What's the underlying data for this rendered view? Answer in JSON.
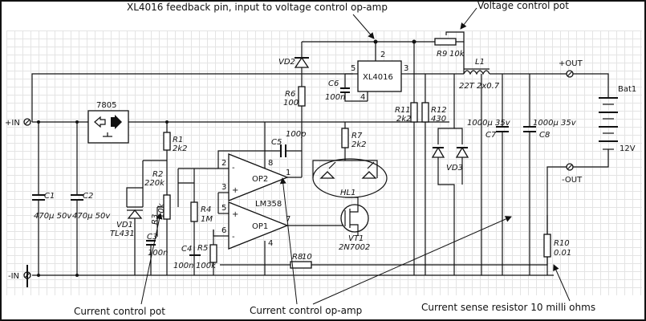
{
  "annotations": {
    "feedback": "XL4016 feedback pin, input to voltage control op-amp",
    "voltage_pot": "Voltage control pot",
    "current_pot": "Current control pot",
    "current_opamp": "Current control op-amp",
    "sense_resistor": "Current sense resistor 10 milli ohms"
  },
  "terminals": {
    "in_pos": "+IN",
    "in_neg": "-IN",
    "out_pos": "+OUT",
    "out_neg": "-OUT"
  },
  "chips": {
    "reg": "7805",
    "converter": "XL4016",
    "op2": "OP2",
    "op1": "OP1",
    "lm358": "LM358"
  },
  "pins": {
    "xl_2": "2",
    "xl_3": "3",
    "xl_4": "4",
    "xl_5": "5",
    "op_1": "1",
    "op_2": "2",
    "op_3": "3",
    "op_4": "4",
    "op_5": "5",
    "op_6": "6",
    "op_7": "7",
    "op_8": "8",
    "minus_a": "-",
    "plus_a": "+",
    "minus_b": "-",
    "plus_b": "+"
  },
  "components": {
    "c1_ref": "C1",
    "c1_val": "470µ 50v",
    "c2_ref": "C2",
    "c2_val": "470µ 50v",
    "vd1_ref": "VD1",
    "vd1_val": "TL431",
    "c3_ref": "C3",
    "c3_val": "100n",
    "r1_ref": "R1",
    "r1_val": "2k2",
    "r2_ref": "R2",
    "r2_val": "220k",
    "r3_ref": "R3",
    "r3_val": "10k",
    "r4_ref": "R4",
    "r4_val": "1M",
    "c4_ref": "C4",
    "c4_val": "100n",
    "r5_ref": "R5",
    "r5_val": "100k",
    "c5_ref": "C5",
    "c5_val": "100p",
    "r6_ref": "R6",
    "r6_val": "100",
    "vd2_ref": "VD2",
    "c6_ref": "C6",
    "c6_val": "100n",
    "r7_ref": "R7",
    "r7_val": "2k2",
    "hl1_ref": "HL1",
    "vt1_ref": "VT1",
    "vt1_val": "2N7002",
    "r8_ref": "R8",
    "r8_val": "10",
    "r9_ref": "R9",
    "r9_val": "10k",
    "l1_ref": "L1",
    "l1_val": "22T 2x0.7",
    "r11_ref": "R11",
    "r11_val": "2k2",
    "r12_ref": "R12",
    "r12_val": "430",
    "c7_ref": "C7",
    "c7_val": "1000µ 35v",
    "c8_ref": "C8",
    "c8_val": "1000µ 35v",
    "vd3_ref": "VD3",
    "bat_ref": "Bat1",
    "bat_val": "12V",
    "r10_ref": "R10",
    "r10_val": "0.01"
  }
}
